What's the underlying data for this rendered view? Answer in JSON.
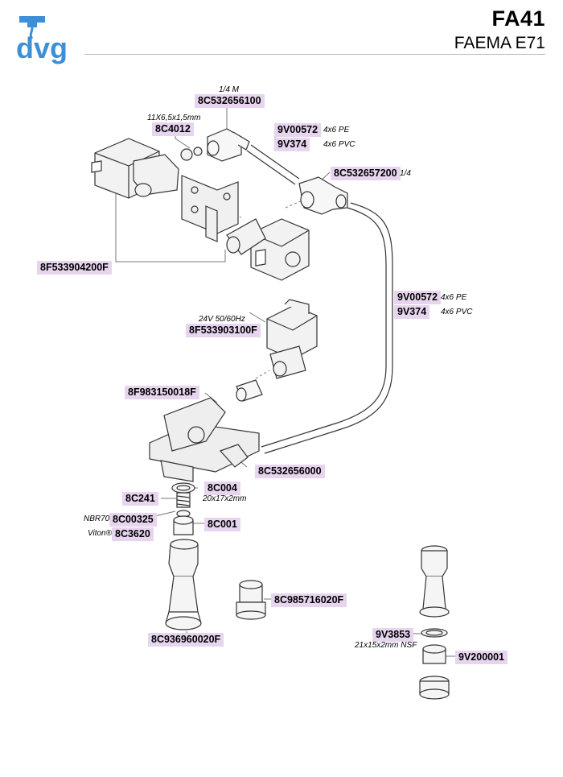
{
  "header": {
    "logo_text": "dvg",
    "model": "FA41",
    "brand": "FAEMA E71"
  },
  "parts": {
    "p1": {
      "code": "8C532656100",
      "note": "1/4 M"
    },
    "p2": {
      "code": "8C4012",
      "note": "11X6,5x1,5mm"
    },
    "p3": {
      "code": "9V00572",
      "note": "4x6 PE"
    },
    "p4": {
      "code": "9V374",
      "note": "4x6 PVC"
    },
    "p5": {
      "code": "8C532657200",
      "note": "1/4"
    },
    "p6": {
      "code": "8F533904200F"
    },
    "p7": {
      "code": "9V00572",
      "note": "4x6 PE"
    },
    "p8": {
      "code": "9V374",
      "note": "4x6 PVC"
    },
    "p9": {
      "code": "8F533903100F",
      "note": "24V 50/60Hz"
    },
    "p10": {
      "code": "8F983150018F"
    },
    "p11": {
      "code": "8C532656000"
    },
    "p12": {
      "code": "8C241"
    },
    "p13": {
      "code": "8C004",
      "note": "20x17x2mm"
    },
    "p14": {
      "code": "8C00325",
      "note": "NBR70"
    },
    "p15": {
      "code": "8C3620",
      "note": "Viton®"
    },
    "p16": {
      "code": "8C001"
    },
    "p17": {
      "code": "8C985716020F"
    },
    "p18": {
      "code": "8C936960020F"
    },
    "p19": {
      "code": "9V3853",
      "note": "21x15x2mm NSF"
    },
    "p20": {
      "code": "9V200001"
    }
  },
  "colors": {
    "label_bg": "#e7d5ef",
    "logo_blue": "#3d8fd6"
  }
}
